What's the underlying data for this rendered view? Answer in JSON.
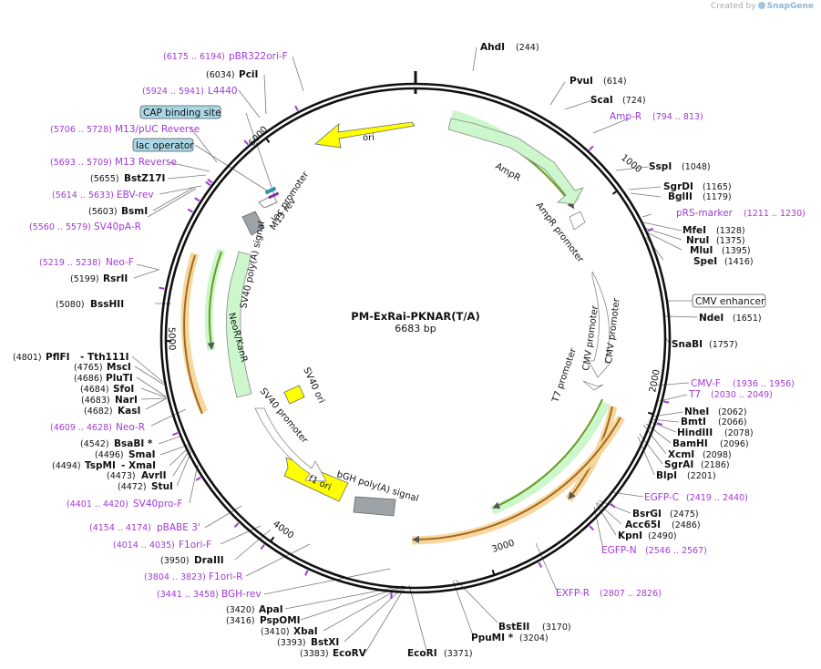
{
  "watermark": {
    "prefix": "Created by",
    "brand": "SnapGene"
  },
  "map": {
    "name": "PM-ExRai-PKNAR(T/A)",
    "length_label": "6683 bp",
    "total_bp": 6683,
    "ticks": [
      "1000",
      "2000",
      "3000",
      "4000",
      "5000",
      "6000"
    ]
  },
  "enzymes": [
    {
      "name": "AhdI",
      "pos": "(244)"
    },
    {
      "name": "PvuI",
      "pos": "(614)"
    },
    {
      "name": "ScaI",
      "pos": "(724)"
    },
    {
      "name": "SspI",
      "pos": "(1048)"
    },
    {
      "name": "SgrDI",
      "pos": "(1165)"
    },
    {
      "name": "BglII",
      "pos": "(1179)"
    },
    {
      "name": "MfeI",
      "pos": "(1328)"
    },
    {
      "name": "NruI",
      "pos": "(1375)"
    },
    {
      "name": "MluI",
      "pos": "(1395)"
    },
    {
      "name": "SpeI",
      "pos": "(1416)"
    },
    {
      "name": "NdeI",
      "pos": "(1651)"
    },
    {
      "name": "SnaBI",
      "pos": "(1757)"
    },
    {
      "name": "NheI",
      "pos": "(2062)"
    },
    {
      "name": "BmtI",
      "pos": "(2066)"
    },
    {
      "name": "HindIII",
      "pos": "(2078)"
    },
    {
      "name": "BamHI",
      "pos": "(2096)"
    },
    {
      "name": "XcmI",
      "pos": "(2098)"
    },
    {
      "name": "SgrAI",
      "pos": "(2186)"
    },
    {
      "name": "BlpI",
      "pos": "(2201)"
    },
    {
      "name": "BsrGI",
      "pos": "(2475)"
    },
    {
      "name": "Acc65I",
      "pos": "(2486)"
    },
    {
      "name": "KpnI",
      "pos": "(2490)"
    },
    {
      "name": "BstEII",
      "pos": "(3170)"
    },
    {
      "name": "PpuMI *",
      "pos": "(3204)"
    },
    {
      "name": "EcoRI",
      "pos": "(3371)"
    },
    {
      "name": "EcoRV",
      "pos": "(3383)"
    },
    {
      "name": "BstXI",
      "pos": "(3393)"
    },
    {
      "name": "XbaI",
      "pos": "(3410)"
    },
    {
      "name": "PspOMI",
      "pos": "(3416)"
    },
    {
      "name": "ApaI",
      "pos": "(3420)"
    },
    {
      "name": "DraIII",
      "pos": "(3950)"
    },
    {
      "name": "StuI",
      "pos": "(4472)"
    },
    {
      "name": "AvrII",
      "pos": "(4473)"
    },
    {
      "name": "TspMI",
      "pos": "(4494)"
    },
    {
      "name": "- XmaI",
      "pos": ""
    },
    {
      "name": "SmaI",
      "pos": "(4496)"
    },
    {
      "name": "BsaBI *",
      "pos": "(4542)"
    },
    {
      "name": "KasI",
      "pos": "(4682)"
    },
    {
      "name": "NarI",
      "pos": "(4683)"
    },
    {
      "name": "SfoI",
      "pos": "(4684)"
    },
    {
      "name": "PluTI",
      "pos": "(4686)"
    },
    {
      "name": "MscI",
      "pos": "(4765)"
    },
    {
      "name": "PflFI",
      "pos": "(4801)"
    },
    {
      "name": "- Tth111I",
      "pos": ""
    },
    {
      "name": "BssHII",
      "pos": "(5080)"
    },
    {
      "name": "RsrII",
      "pos": "(5199)"
    },
    {
      "name": "BsmI",
      "pos": "(5603)"
    },
    {
      "name": "BstZ17I",
      "pos": "(5655)"
    },
    {
      "name": "PciI",
      "pos": "(6034)"
    }
  ],
  "primers": [
    {
      "name": "Amp-R",
      "range": "(794 .. 813)"
    },
    {
      "name": "pRS-marker",
      "range": "(1211 .. 1230)"
    },
    {
      "name": "CMV-F",
      "range": "(1936 .. 1956)"
    },
    {
      "name": "T7",
      "range": "(2030 .. 2049)"
    },
    {
      "name": "EGFP-C",
      "range": "(2419 .. 2440)"
    },
    {
      "name": "EGFP-N",
      "range": "(2546 .. 2567)"
    },
    {
      "name": "EXFP-R",
      "range": "(2807 .. 2826)"
    },
    {
      "name": "BGH-rev",
      "range": "(3441 .. 3458)"
    },
    {
      "name": "F1ori-R",
      "range": "(3804 .. 3823)"
    },
    {
      "name": "F1ori-F",
      "range": "(4014 .. 4035)"
    },
    {
      "name": "pBABE 3'",
      "range": "(4154 .. 4174)"
    },
    {
      "name": "SV40pro-F",
      "range": "(4401 .. 4420)"
    },
    {
      "name": "Neo-R",
      "range": "(4609 .. 4628)"
    },
    {
      "name": "Neo-F",
      "range": "(5219 .. 5238)"
    },
    {
      "name": "SV40pA-R",
      "range": "(5560 .. 5579)"
    },
    {
      "name": "EBV-rev",
      "range": "(5614 .. 5633)"
    },
    {
      "name": "M13 Reverse",
      "range": "(5693 .. 5709)"
    },
    {
      "name": "M13/pUC Reverse",
      "range": "(5706 .. 5728)"
    },
    {
      "name": "L4440",
      "range": "(5924 .. 5941)"
    },
    {
      "name": "pBR322ori-F",
      "range": "(6175 .. 6194)"
    }
  ],
  "boxed_features": {
    "cap": "CAP binding site",
    "lac_operator": "lac operator",
    "cmv_enhancer": "CMV enhancer"
  },
  "features": {
    "ori": "ori",
    "ampr": "AmpR",
    "ampr_promoter": "AmpR promoter",
    "cmv_promoter": "CMV promoter",
    "t7_promoter": "T7 promoter",
    "bgh": "bGH poly(A) signal",
    "f1ori": "f1 ori",
    "sv40_promoter": "SV40 promoter",
    "sv40_ori": "SV40 ori",
    "neokan": "NeoR/KanR",
    "sv40_pa": "SV40 poly(A) signal",
    "lac_promoter": "lac promoter",
    "m13rev": "M13 rev"
  },
  "colors": {
    "backbone": "#111111",
    "ori": "#ffff00",
    "ampr": "#ccf7cc",
    "green_arrow": "#6a9a1f",
    "orange_arrow": "#a36a1c",
    "gray_feature": "#9ea3a8",
    "primer": "#a03ad6",
    "boxed_fill": "#a9d7e6"
  }
}
